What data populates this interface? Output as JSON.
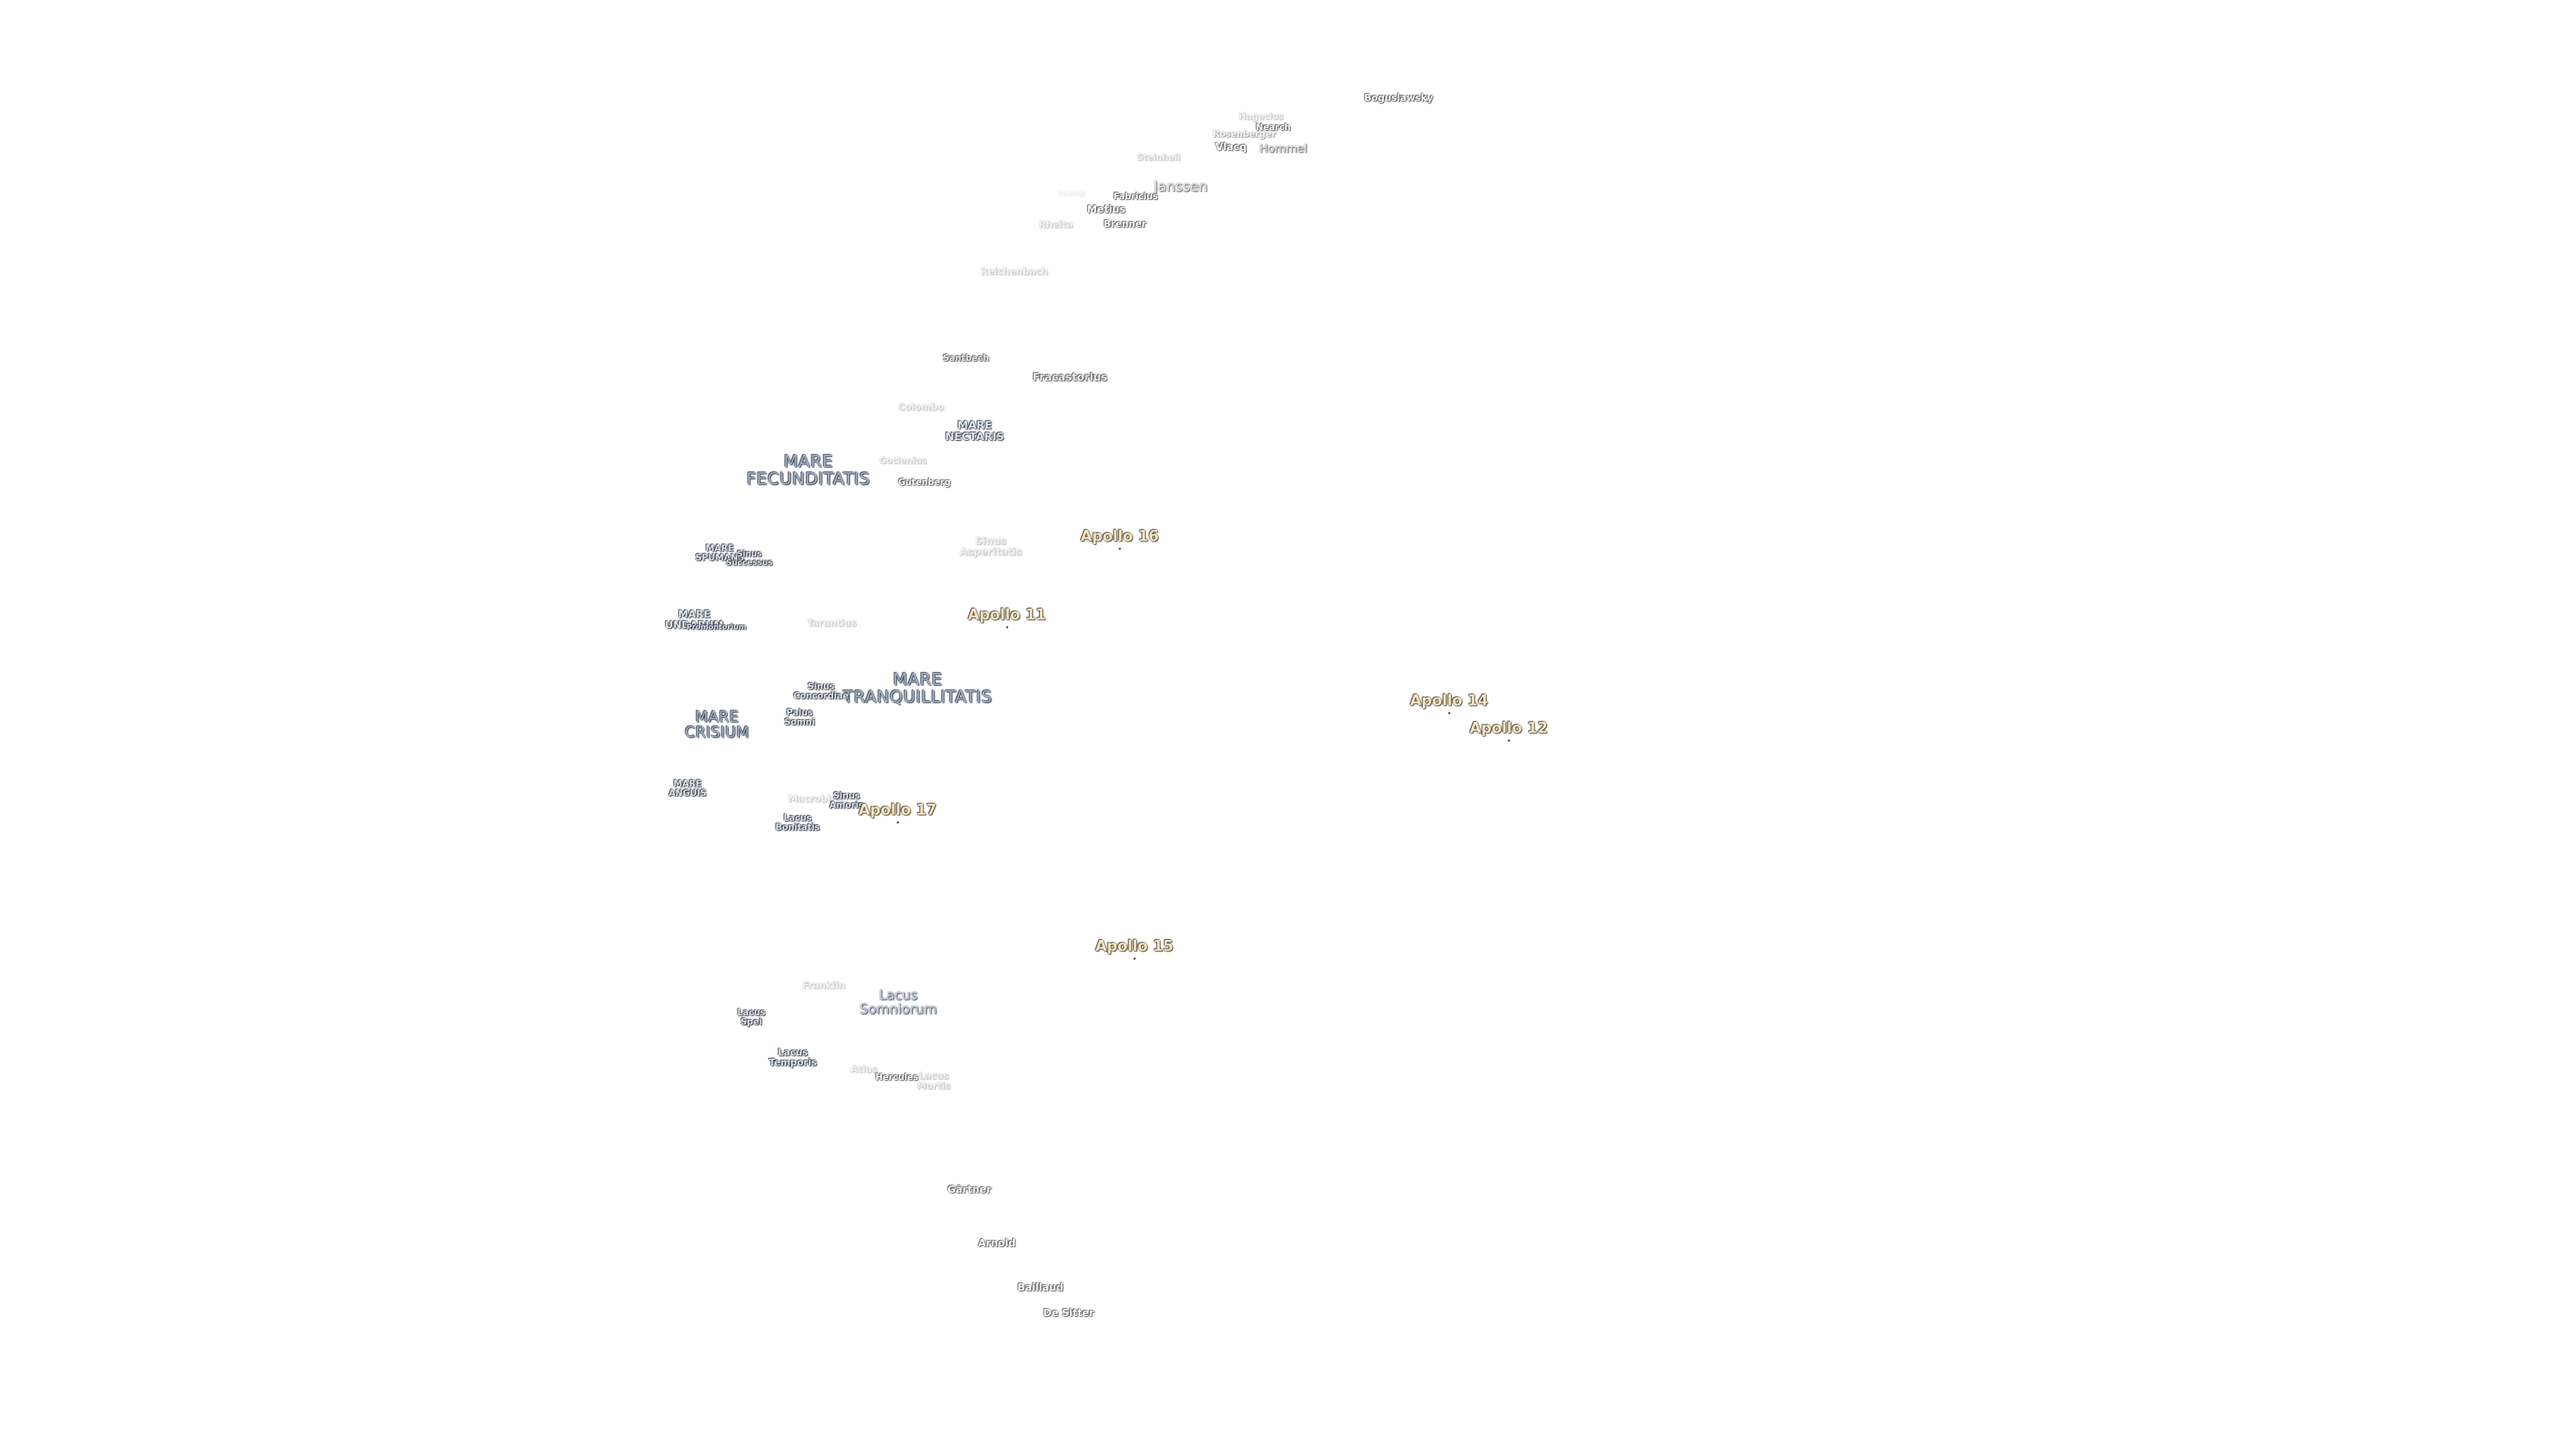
{
  "map": {
    "maria": {
      "fecunditatis": "MARE\nFECUNDITATIS",
      "nectaris": "MARE\nNECTARIS",
      "tranquillitatis": "MARE\nTRANQUILLITATIS",
      "crisium": "MARE\nCRISIUM",
      "spumans": "MARE\nSPUMANS",
      "undarum": "MARE\nUNDARUM",
      "anguis": "MARE\nANGUIS",
      "lacus_somniorum": "Lacus\nSomniorum"
    },
    "small_features": {
      "sinus_successus": "Sinus\nSuccessus",
      "sinus_concordiae": "Sinus\nConcordiae",
      "palus_somni": "Palus\nSomni",
      "sinus_amoris": "Sinus\nAmoris",
      "lacus_bonitatis": "Lacus\nBonitatis",
      "lacus_spei": "Lacus\nSpei",
      "lacus_temporis": "Lacus\nTemporis",
      "lacus_mortis": "Lacus\nMortis",
      "sinus_asperitatis": "Sinus\nAsperitatis",
      "mare_undarum_overlap": "Promontorium"
    },
    "craters": {
      "boguslawsky": "Boguslawsky",
      "hagecius": "Hagecius",
      "rosenberger": "Rosenberger",
      "nearch": "Nearch",
      "vlacq": "Vlacq",
      "hommel": "Hommel",
      "steinheil": "Steinheil",
      "janssen": "Janssen",
      "fabricius": "Fabricius",
      "metius": "Metius",
      "brenner": "Brenner",
      "rheita": "Rheita",
      "young": "Young",
      "reichenbach": "Reichenbach",
      "santbech": "Santbech",
      "fracastorius": "Fracastorius",
      "colombo": "Colombo",
      "goclenius": "Goclenius",
      "gutenberg": "Gutenberg",
      "taruntius": "Taruntius",
      "macrobius": "Macrobius",
      "franklin": "Franklin",
      "atlas": "Atlas",
      "hercules": "Hercules",
      "gartner": "Gärtner",
      "arnold": "Arnold",
      "baillaud": "Baillaud",
      "de_sitter": "De Sitter"
    },
    "apollo": {
      "a16": "Apollo 16",
      "a11": "Apollo 11",
      "a14": "Apollo 14",
      "a12": "Apollo 12",
      "a17": "Apollo 17",
      "a15": "Apollo 15"
    },
    "colors": {
      "background": "#ffffff",
      "mare_text": "#a7b4c6",
      "apollo_text": "#f5e7c4",
      "crater_text": "#ffffff"
    }
  }
}
